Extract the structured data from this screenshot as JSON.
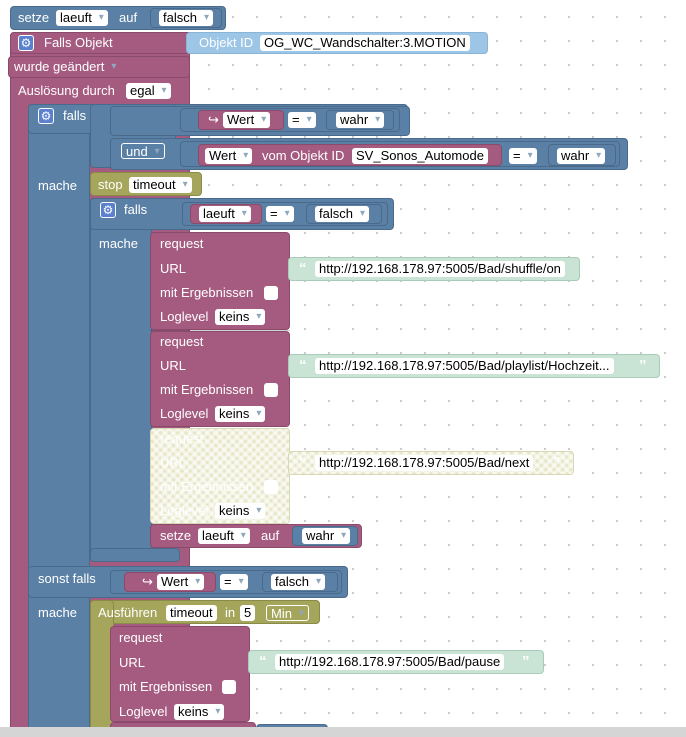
{
  "colors": {
    "event": "#a55b80",
    "logic": "#5b80a5",
    "timer": "#a5a55b",
    "string": "#c9e3d5"
  },
  "icons": {
    "gear": "gear-icon",
    "quote_open": "quote-open-icon",
    "quote_close": "quote-close-icon",
    "arrow": "hook-arrow-icon"
  },
  "set1": {
    "kw": "setze",
    "var": "laeuft",
    "auf": "auf",
    "value": "falsch"
  },
  "trigger": {
    "title": "Falls Objekt",
    "objid_label": "Objekt ID",
    "objid": "OG_WC_Wandschalter:3.MOTION",
    "changed": "wurde geändert",
    "trigger_label": "Auslösung durch",
    "trigger_value": "egal"
  },
  "if1": {
    "falls": "falls",
    "wert": "Wert",
    "op": "=",
    "wahr": "wahr",
    "und": "und",
    "wert2": "Wert",
    "vom": "vom Objekt ID",
    "obj2": "SV_Sonos_Automode",
    "op2": "=",
    "wahr2": "wahr",
    "mache": "mache"
  },
  "stop": {
    "kw": "stop",
    "name": "timeout"
  },
  "if2": {
    "falls": "falls",
    "var": "laeuft",
    "op": "=",
    "value": "falsch",
    "mache": "mache"
  },
  "req1": {
    "request": "request",
    "url_label": "URL",
    "url": "http://192.168.178.97:5005/Bad/shuffle/on",
    "results": "mit Ergebnissen",
    "loglevel": "Loglevel",
    "log_value": "keins"
  },
  "req2": {
    "request": "request",
    "url_label": "URL",
    "url": "http://192.168.178.97:5005/Bad/playlist/Hochzeit...",
    "results": "mit Ergebnissen",
    "loglevel": "Loglevel",
    "log_value": "keins"
  },
  "req3": {
    "request": "request",
    "url_label": "URL",
    "url": "http://192.168.178.97:5005/Bad/next",
    "results": "mit Ergebnissen",
    "loglevel": "Loglevel",
    "log_value": "keins"
  },
  "set2": {
    "kw": "setze",
    "var": "laeuft",
    "auf": "auf",
    "value": "wahr"
  },
  "elseif": {
    "label": "sonst falls",
    "wert": "Wert",
    "op": "=",
    "value": "falsch",
    "mache": "mache"
  },
  "exec": {
    "kw": "Ausführen",
    "name": "timeout",
    "in": "in",
    "num": "5",
    "unit": "Min"
  },
  "req4": {
    "request": "request",
    "url_label": "URL",
    "url": "http://192.168.178.97:5005/Bad/pause",
    "results": "mit Ergebnissen",
    "loglevel": "Loglevel",
    "log_value": "keins"
  },
  "glyphs": {
    "gear": "⚙",
    "qo": "“",
    "qc": "”",
    "arrow": "↪"
  }
}
